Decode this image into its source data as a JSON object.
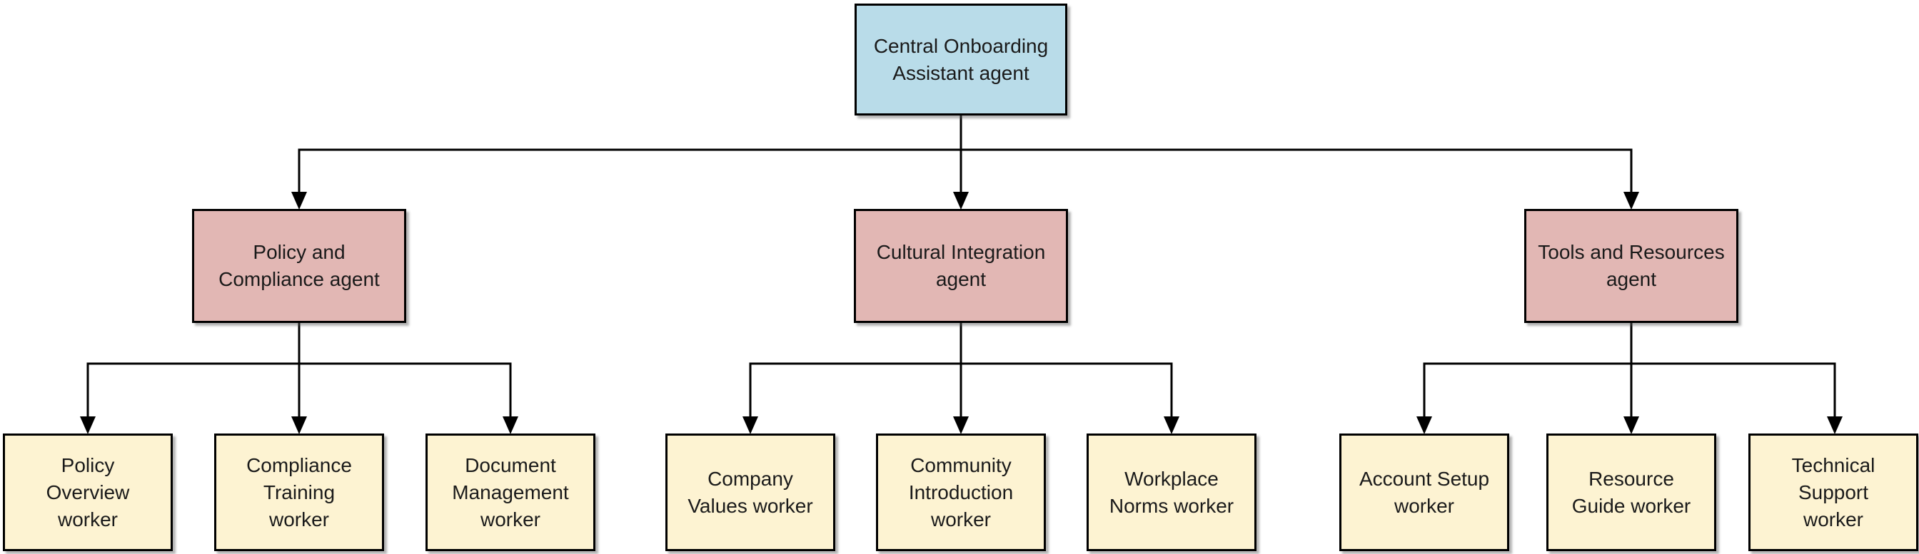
{
  "diagram": {
    "type": "org-chart",
    "root": {
      "label": "Central Onboarding\nAssistant agent"
    },
    "groups": [
      {
        "agent": {
          "label": "Policy and\nCompliance agent"
        },
        "workers": [
          {
            "label": "Policy\nOverview\nworker"
          },
          {
            "label": "Compliance\nTraining\nworker"
          },
          {
            "label": "Document\nManagement\nworker"
          }
        ]
      },
      {
        "agent": {
          "label": "Cultural Integration\nagent"
        },
        "workers": [
          {
            "label": "Company\nValues worker"
          },
          {
            "label": "Community\nIntroduction\nworker"
          },
          {
            "label": "Workplace\nNorms worker"
          }
        ]
      },
      {
        "agent": {
          "label": "Tools and Resources\nagent"
        },
        "workers": [
          {
            "label": "Account Setup\nworker"
          },
          {
            "label": "Resource\nGuide worker"
          },
          {
            "label": "Technical\nSupport\nworker"
          }
        ]
      }
    ],
    "colors": {
      "root_fill": "#b9dce9",
      "agent_fill": "#e2b7b4",
      "worker_fill": "#fdf3d2",
      "border": "#000000",
      "connector": "#000000",
      "text": "#1a1a1a",
      "background": "#ffffff"
    }
  }
}
